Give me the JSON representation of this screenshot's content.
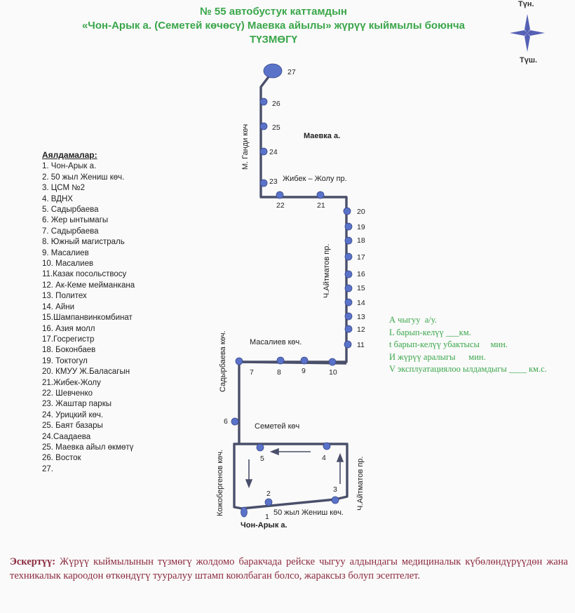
{
  "header": {
    "line1": "№ 55  автобустук каттамдын",
    "line2": "«Чон-Арык а. (Семетей көчөсү) Маевка айылы»  жүрүү кыймылы боюнча",
    "line3": "ТҮЗМӨГҮ"
  },
  "compass": {
    "north": "Түн.",
    "south": "Түш."
  },
  "colors": {
    "title": "#3aa64a",
    "route": "#4a4f6a",
    "stop": "#5a73c9",
    "note": "#8b2a3e",
    "compass": "#5560b5"
  },
  "map": {
    "streets": {
      "gandi": "М. Ганди көч",
      "jibek": "Жибек – Жолу пр.",
      "aitmatov_upper": "Ч.Айтматов пр.",
      "masaliev": "Масалиев көч.",
      "sadyrbaev": "Садырбаева көч.",
      "semetei": "Семетей көч",
      "kojobergenov": "Кожобергенов көч.",
      "aitmatov_lower": "Ч.Айтматов пр.",
      "jenish": "50 жыл Жениш көч."
    },
    "places": {
      "maevka": "Маевка а.",
      "chon_aryk": "Чон-Арык а."
    },
    "stop_numbers": [
      "1",
      "2",
      "3",
      "4",
      "5",
      "6",
      "7",
      "8",
      "9",
      "10",
      "11",
      "12",
      "13",
      "14",
      "15",
      "16",
      "17",
      "18",
      "19",
      "20",
      "21",
      "22",
      "23",
      "24",
      "25",
      "26",
      "27"
    ]
  },
  "legend": {
    "title": "Аялдамалар:",
    "items": [
      "1. Чон-Арык а.",
      "2. 50 жыл Жениш көч.",
      "3. ЦСМ №2",
      "4. ВДНХ",
      "5. Садырбаева",
      "6. Жер ынтымагы",
      "7. Садырбаева",
      "8. Южный магистраль",
      "9. Масалиев",
      "10. Масалиев",
      "11.Казак посольствосу",
      "12. Ак-Кеме мейманкана",
      "13. Политех",
      "14. Айни",
      "15.Шампанвинкомбинат",
      "16. Азия молл",
      "17.Госрегистр",
      "18. Боконбаев",
      "19. Токтогул",
      "20. КМУУ Ж.Баласагын",
      "21.Жибек-Жолу",
      "22. Шевченко",
      "23. Жаштар паркы",
      "24. Урицкий көч.",
      "25. Баят базары",
      "24.Саадаева",
      "25. Маевка айыл өкмөтү",
      "26. Восток",
      "27."
    ]
  },
  "stats": [
    "А чыгуу  а/у.",
    "L барып-келүү ___км.",
    "t барып-келүү убактысы     мин.",
    "И жүрүү аралыгы      мин.",
    "V эксплуатациялоо ылдамдыгы ____ км.с."
  ],
  "note": {
    "label": "Эскертүү:",
    "text": " Жүрүү кыймылынын түзмөгү жолдомо баракчада рейске чыгуу алдындагы медициналык күбөлөндүрүүдөн жана техникалык кароодон өткөндүгү тууралуу штамп коюлбаган болсо, жараксыз болуп эсептелет."
  }
}
